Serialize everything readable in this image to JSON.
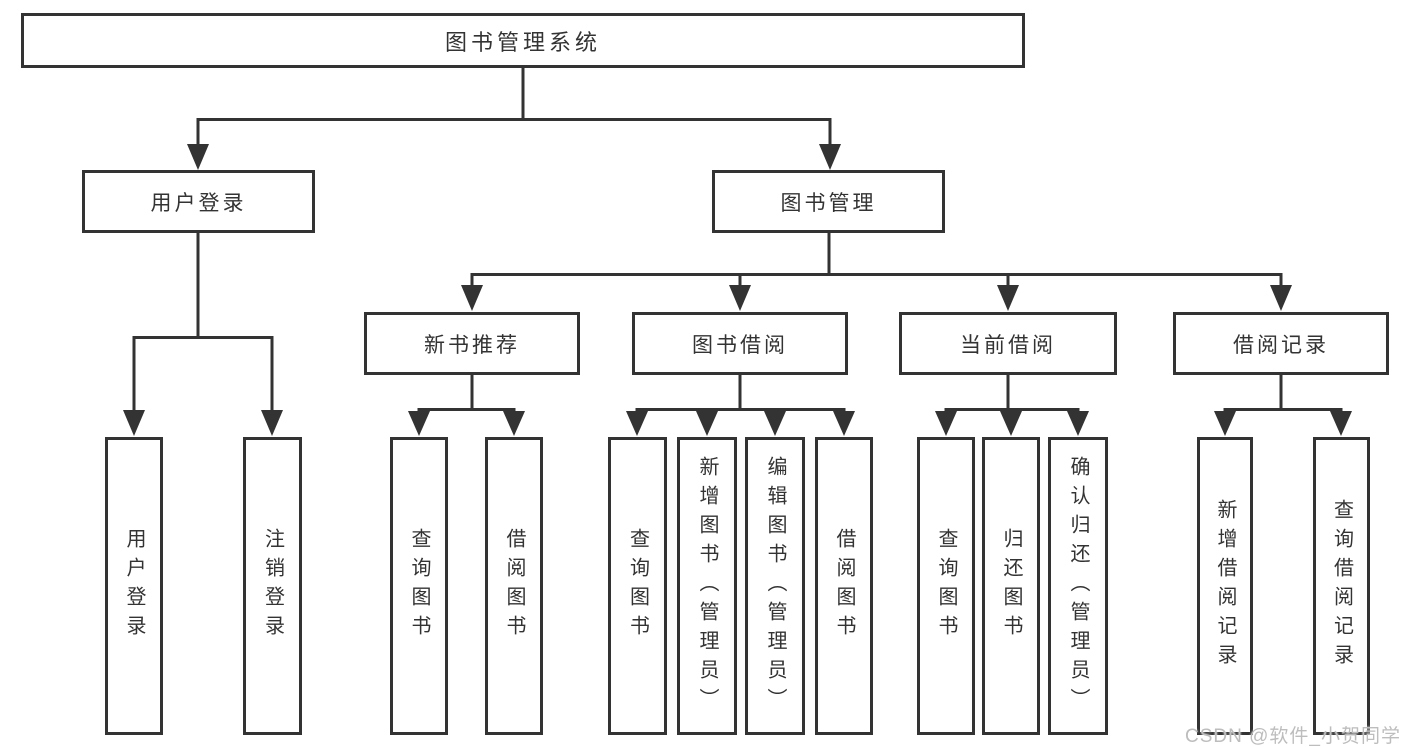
{
  "diagram": {
    "root": {
      "label": "图书管理系统"
    },
    "branches": [
      {
        "label": "用户登录",
        "children": [
          {
            "label": "用户登录"
          },
          {
            "label": "注销登录"
          }
        ]
      },
      {
        "label": "图书管理",
        "children": [
          {
            "label": "新书推荐",
            "children": [
              {
                "label": "查询图书"
              },
              {
                "label": "借阅图书"
              }
            ]
          },
          {
            "label": "图书借阅",
            "children": [
              {
                "label": "查询图书"
              },
              {
                "label": "新增图书（管理员）"
              },
              {
                "label": "编辑图书（管理员）"
              },
              {
                "label": "借阅图书"
              }
            ]
          },
          {
            "label": "当前借阅",
            "children": [
              {
                "label": "查询图书"
              },
              {
                "label": "归还图书"
              },
              {
                "label": "确认归还（管理员）"
              }
            ]
          },
          {
            "label": "借阅记录",
            "children": [
              {
                "label": "新增借阅记录"
              },
              {
                "label": "查询借阅记录"
              }
            ]
          }
        ]
      }
    ]
  },
  "watermark": {
    "text": "CSDN @软件_小贺同学"
  },
  "colors": {
    "line": "#333333",
    "box_border": "#333333",
    "text": "#333333",
    "background": "#ffffff",
    "watermark": "#bdbdbd"
  }
}
